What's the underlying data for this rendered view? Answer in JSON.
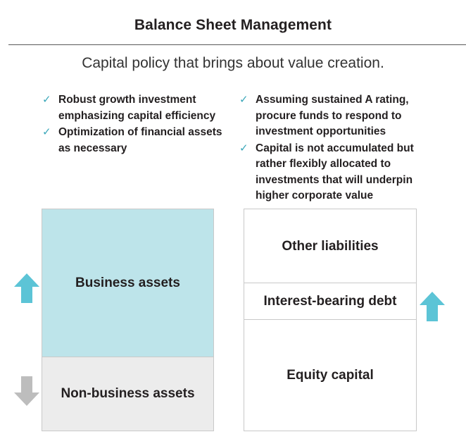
{
  "title": "Balance Sheet Management",
  "subtitle": "Capital policy that brings about value creation.",
  "left_bullets": [
    "Robust growth investment emphasizing capital efficiency",
    "Optimization of financial assets as necessary"
  ],
  "right_bullets": [
    "Assuming sustained A rating, procure funds to respond to investment opportunities",
    "Capital is not accumulated but rather flexibly allocated to investments that will underpin higher corporate value"
  ],
  "check_glyph": "✓",
  "assets": {
    "business": "Business assets",
    "non_business": "Non-business assets"
  },
  "liabilities": {
    "other": "Other liabilities",
    "debt": "Interest-bearing debt",
    "equity": "Equity capital"
  },
  "arrows": {
    "business_assets": "up",
    "non_business_assets": "down",
    "interest_bearing_debt": "up"
  },
  "colors": {
    "accent": "#5cc4d6",
    "business_fill": "#bde4ea",
    "non_business_fill": "#ececec",
    "down_arrow": "#bdbdbd",
    "check": "#3aa7b9"
  }
}
